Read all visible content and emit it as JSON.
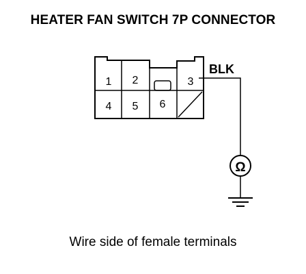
{
  "title": "HEATER FAN SWITCH 7P CONNECTOR",
  "connector": {
    "terminals": [
      "1",
      "2",
      "3",
      "4",
      "5",
      "6"
    ],
    "wire_color": "BLK"
  },
  "caption": "Wire side of female terminals",
  "colors": {
    "line": "#000000",
    "background": "#ffffff"
  },
  "icons": {
    "meter": "ohmmeter-icon",
    "ground": "ground-icon"
  }
}
